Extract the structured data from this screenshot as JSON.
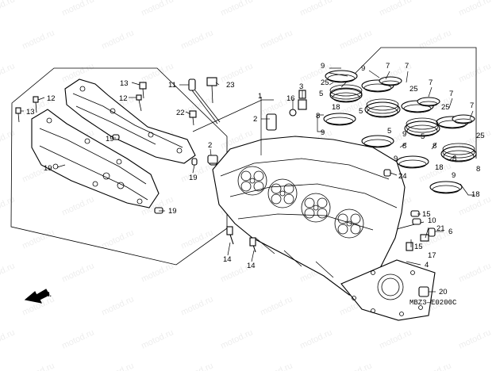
{
  "watermark": "motod.ru",
  "diagram_code": "MBZ3—E0200C",
  "direction_label": "FR.",
  "callouts": {
    "c1": "1",
    "c2a": "2",
    "c2b": "2",
    "c3": "3",
    "c4": "4",
    "c5a": "5",
    "c5b": "5",
    "c5c": "5",
    "c5d": "5",
    "c6": "6",
    "c7a": "7",
    "c7b": "7",
    "c7c": "7",
    "c7d": "7",
    "c7e": "7",
    "c8a": "8",
    "c8b": "8",
    "c8c": "8",
    "c8d": "8",
    "c8e": "8",
    "c9a": "9",
    "c9b": "9",
    "c9c": "9",
    "c9d": "9",
    "c9e": "9",
    "c9f": "9",
    "c10": "10",
    "c11": "11",
    "c12a": "12",
    "c12b": "12",
    "c13a": "13",
    "c13b": "13",
    "c14a": "14",
    "c14b": "14",
    "c15a": "15",
    "c15b": "15",
    "c16": "16",
    "c17": "17",
    "c18a": "18",
    "c18b": "18",
    "c18c": "18",
    "c19a": "19",
    "c19b": "19",
    "c19c": "19",
    "c19d": "19",
    "c20": "20",
    "c21": "21",
    "c22": "22",
    "c23": "23",
    "c24": "24",
    "c25a": "25",
    "c25b": "25",
    "c25c": "25",
    "c25d": "25"
  }
}
